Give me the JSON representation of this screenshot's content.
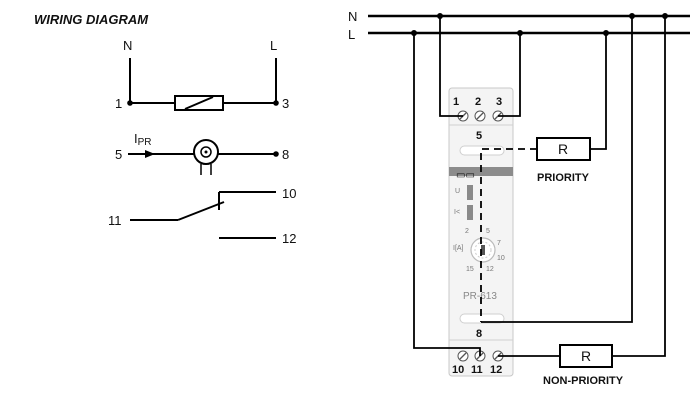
{
  "title": "WIRING DIAGRAM",
  "schematic": {
    "n_label": "N",
    "l_label": "L",
    "t1": "1",
    "t3": "3",
    "current_label": "IPR",
    "current_label_main": "I",
    "current_label_sub": "PR",
    "t5": "5",
    "t8": "8",
    "t10": "10",
    "t11": "11",
    "t12": "12"
  },
  "mains": {
    "n_label": "N",
    "l_label": "L"
  },
  "device": {
    "top_terminals": [
      "1",
      "2",
      "3"
    ],
    "top_number": "5",
    "ind_u": "U",
    "ind_relay": "I<",
    "knob_label": "I[A]",
    "knob_ticks": [
      "2",
      "5",
      "7",
      "10",
      "12",
      "15"
    ],
    "model": "PR-613",
    "bottom_number": "8",
    "bottom_terminals": [
      "10",
      "11",
      "12"
    ]
  },
  "loads": {
    "priority_r": "R",
    "priority_label": "PRIORITY",
    "nonpriority_r": "R",
    "nonpriority_label": "NON-PRIORITY"
  },
  "colors": {
    "line": "#000000",
    "device_body": "#f4f4f4",
    "device_stripe": "#8c8c8c",
    "indicator": "#8a8a8a"
  }
}
